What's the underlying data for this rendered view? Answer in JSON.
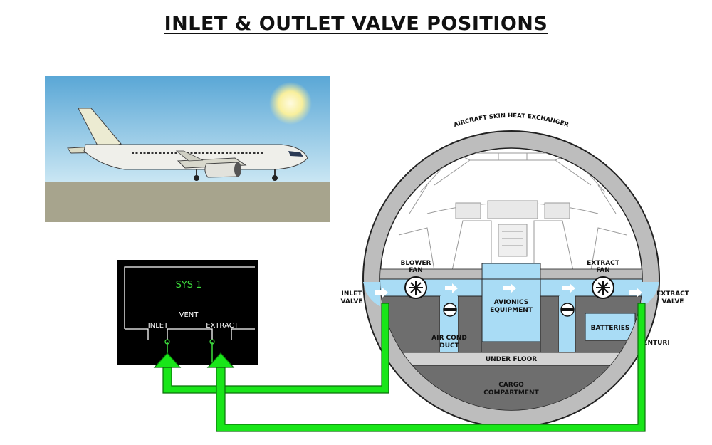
{
  "title": "INLET & OUTLET VALVE POSITIONS",
  "ecam": {
    "header": "SYS 1",
    "vent": "VENT",
    "inlet": "INLET",
    "extract": "EXTRACT"
  },
  "labels": {
    "skin_heat_exchanger": "AIRCRAFT SKIN HEAT EXCHANGER",
    "blower_fan_1": "BLOWER",
    "blower_fan_2": "FAN",
    "extract_fan_1": "EXTRACT",
    "extract_fan_2": "FAN",
    "inlet_valve_1": "INLET",
    "inlet_valve_2": "VALVE",
    "extract_valve_1": "EXTRACT",
    "extract_valve_2": "VALVE",
    "avionics_1": "AVIONICS",
    "avionics_2": "EQUIPMENT",
    "air_cond_1": "AIR COND",
    "air_cond_2": "DUCT",
    "batteries": "BATTERIES",
    "venturi": "ENTURI",
    "under_floor": "UNDER FLOOR",
    "cargo_1": "CARGO",
    "cargo_2": "COMPARTMENT"
  },
  "colors": {
    "ecam_green": "#3ddc3d",
    "arrow_green": "#19e619",
    "air_blue": "#a9dcf5",
    "sky_blue": "#6fb8de",
    "duct_gray": "#6e6e6e",
    "shell_gray": "#bdbdbd"
  }
}
